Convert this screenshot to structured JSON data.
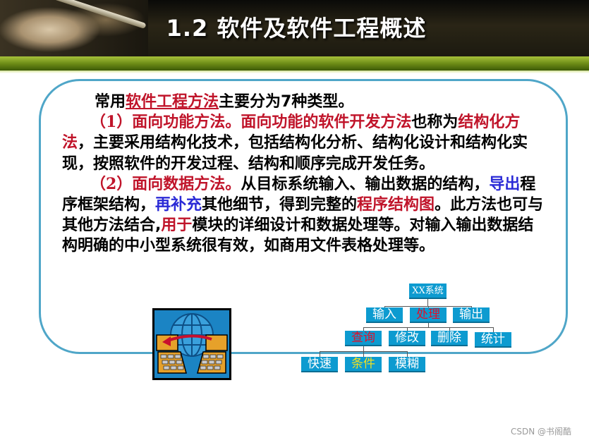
{
  "slide": {
    "title": "1.2 软件及软件工程概述"
  },
  "content": {
    "p1": {
      "pre": "常用",
      "link": "软件工程方法",
      "mid": "主要分为",
      "num": "7",
      "post": "种类型。"
    },
    "p2": {
      "label": "（1）面向功能方法。",
      "highlight": "面向功能的软件开发方法",
      "t1": "也称为",
      "term": "结构化方法",
      "t2": "，主要采用结构化技术，包括结构化分析、结构化设计和结构化实现，按照软件的开发过程、结构和顺序完成开发任务。"
    },
    "p3": {
      "label": "（2）面向数据方法。",
      "t1": "从目标系统输入、输出数据的结构，",
      "b1": "导出",
      "t2": "程序框架结构，",
      "b2": "再补充",
      "t3": "其他细节，得到完整的",
      "r1": "程序结构图",
      "t4": "。此方法也可与其他方法结合",
      "comma": ",",
      "r2": "用于",
      "t5": "模块的详细设计和数据处理等。对输入输出数据结构明确的中小型系统很有效，如商用文件表格处理等。"
    }
  },
  "tree": {
    "root": "XX系统",
    "level1": [
      "输入",
      "处理",
      "输出"
    ],
    "level2": [
      "查询",
      "修改",
      "删除",
      "统计"
    ],
    "level3": [
      "快速",
      "条件",
      "模糊"
    ]
  },
  "icon": {
    "name": "network-computers-icon"
  },
  "watermark": "CSDN @书阁酷",
  "colors": {
    "accent_blue": "#0d9bd0",
    "box_border": "#4fa6c8",
    "red": "#c0142a",
    "blue": "#2a2ad6",
    "header_green": "#6e8d17"
  }
}
